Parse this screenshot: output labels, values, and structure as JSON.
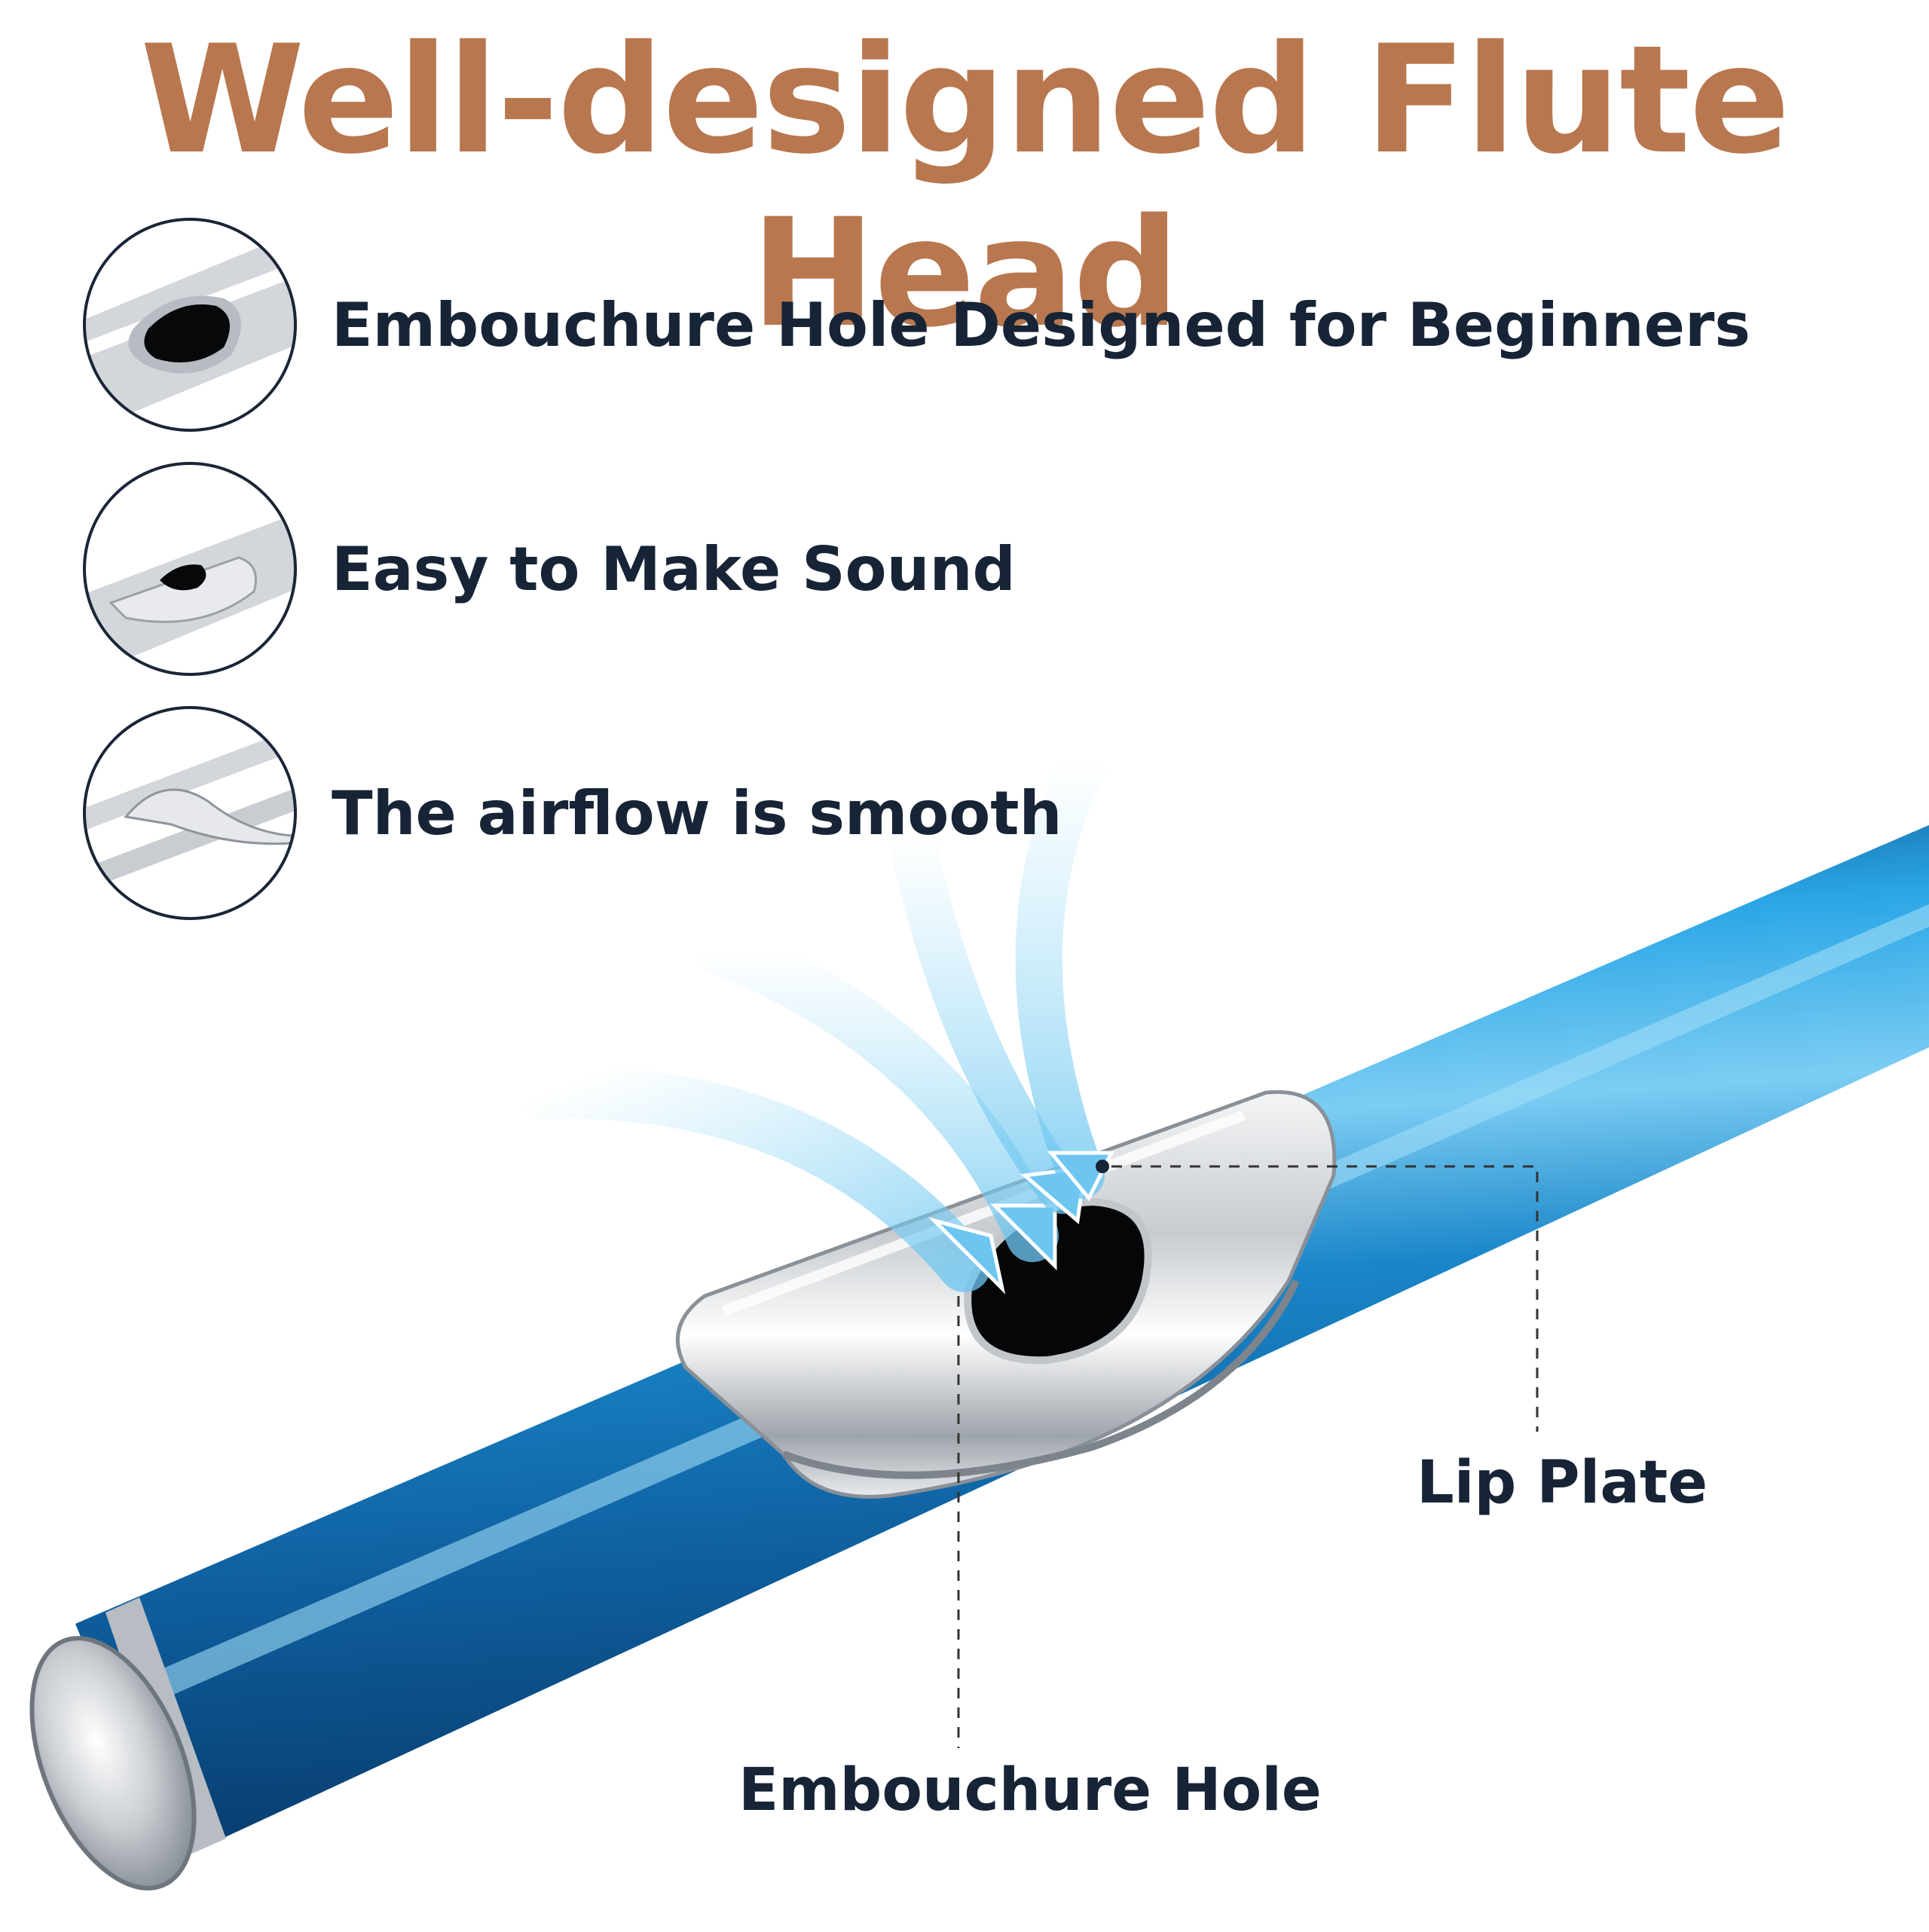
{
  "title": "Well-designed Flute Head",
  "features": [
    {
      "text": "Embouchure Hole Designed for Beginners",
      "icon": "embouchure-hole-closeup-icon"
    },
    {
      "text": "Easy to Make Sound",
      "icon": "lip-plate-side-icon"
    },
    {
      "text": "The airflow is smooth",
      "icon": "lip-plate-edge-icon"
    }
  ],
  "callouts": {
    "lip_plate": "Lip Plate",
    "embouchure_hole": "Embouchure Hole"
  },
  "colors": {
    "title": "#B8774F",
    "text": "#162436",
    "flute_body": "#1473B3",
    "silver": "#D6D9DD",
    "airflow": "#8FD8F5"
  }
}
